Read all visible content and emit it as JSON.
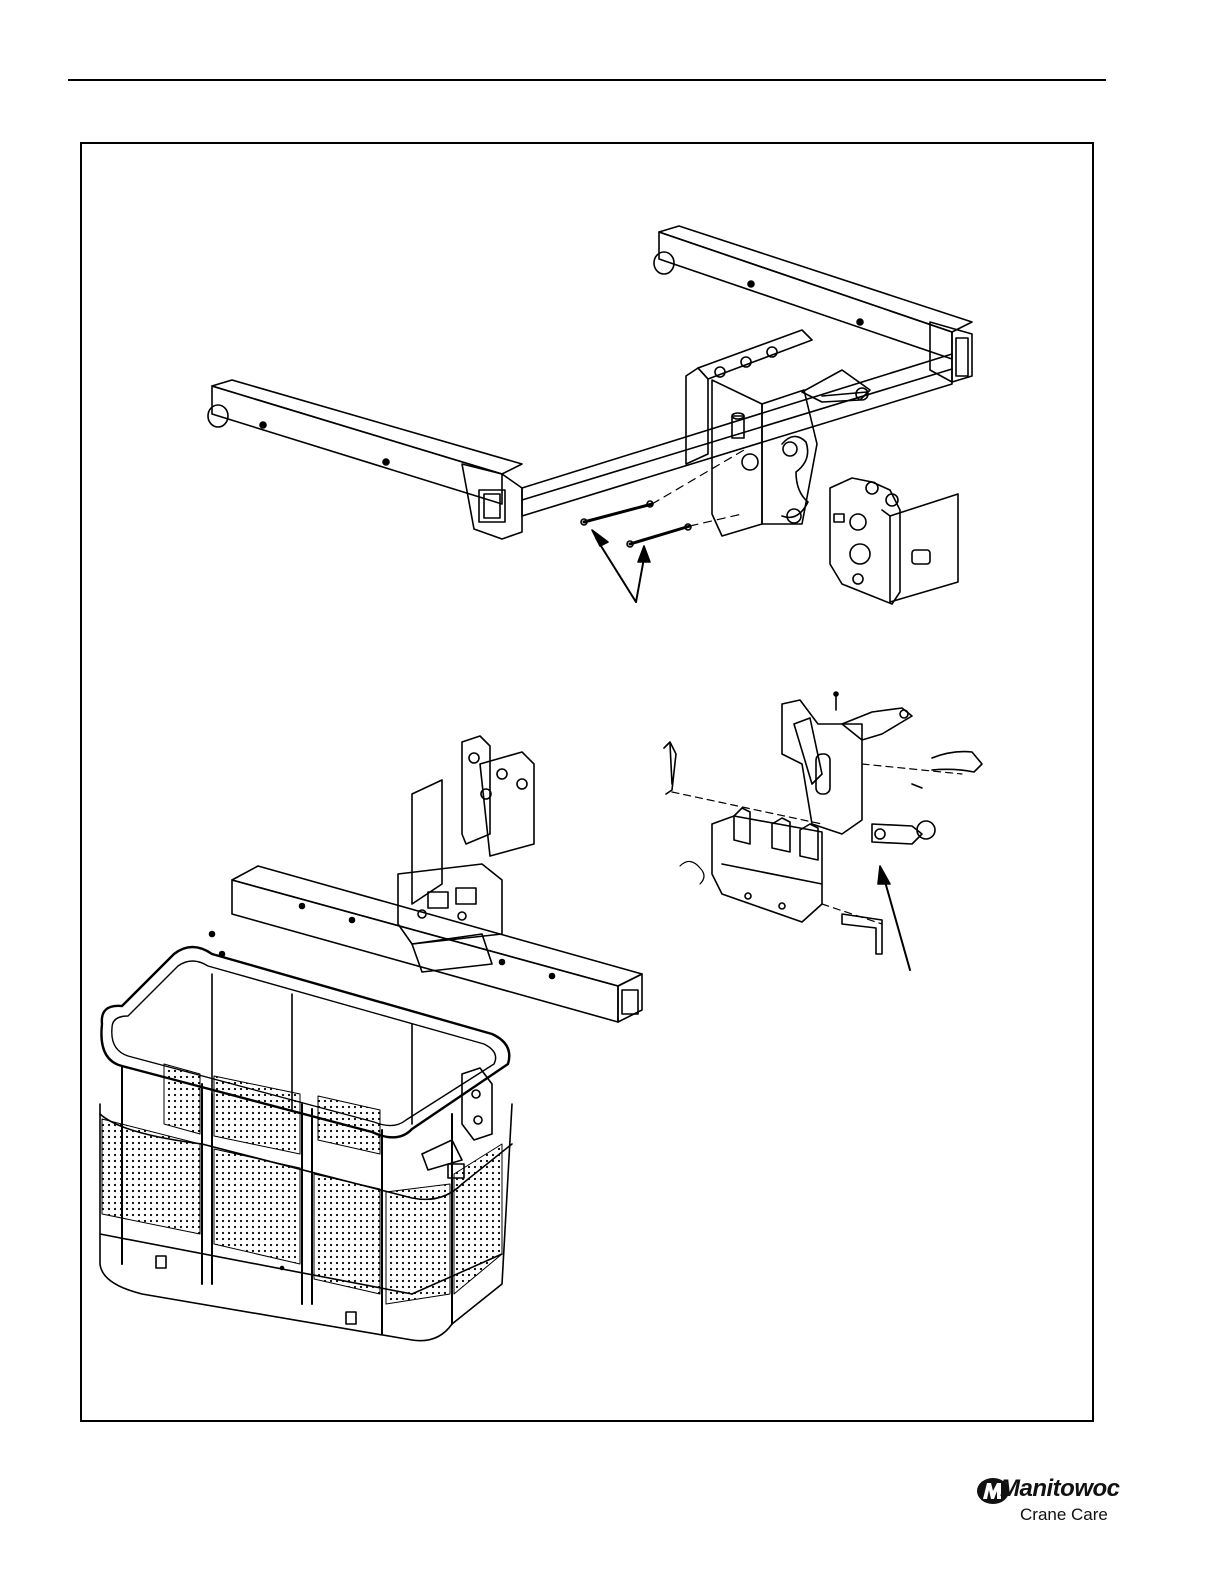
{
  "figure": {
    "parts": [
      "boom-extension-frame",
      "attachment-pins",
      "mounting-bracket-assembly",
      "rotator-bracket-exploded",
      "personnel-basket"
    ]
  },
  "logo": {
    "brand": "Manitowoc",
    "subtitle": "Crane Care"
  }
}
